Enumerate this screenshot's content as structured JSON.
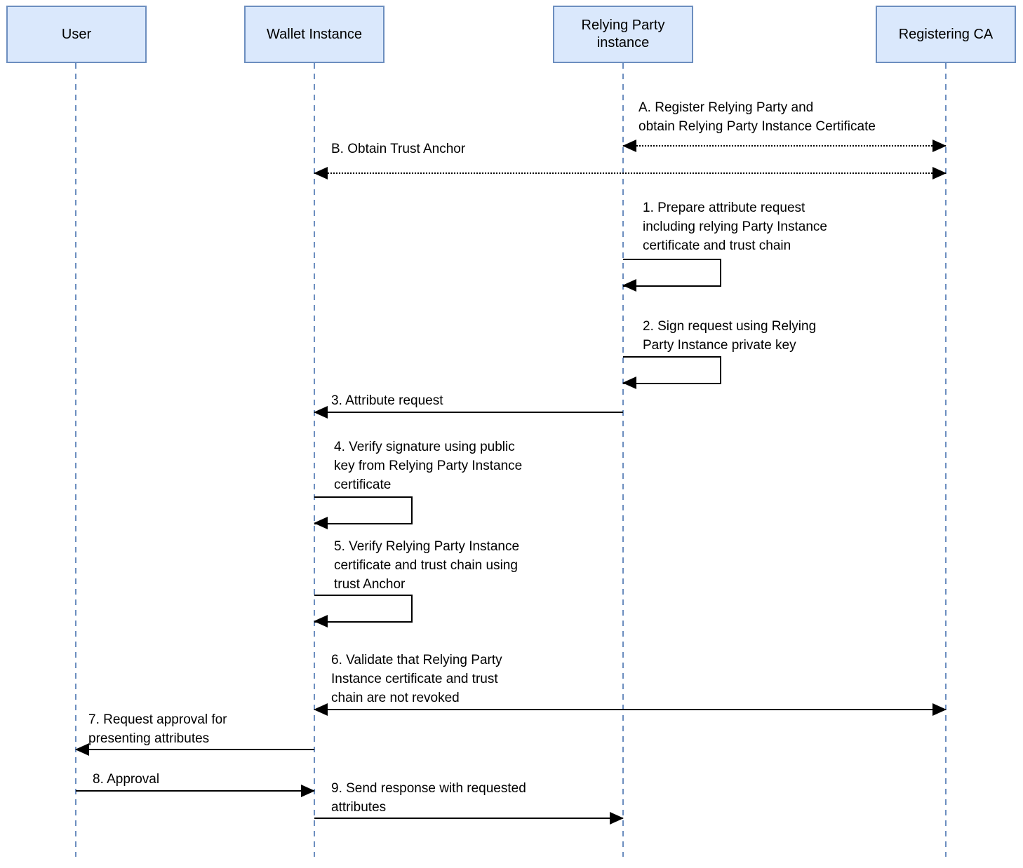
{
  "diagram_type": "sequence-diagram",
  "colors": {
    "actor_fill": "#dae8fc",
    "actor_border": "#6c8ebf",
    "lifeline": "#6c8ebf",
    "message_line": "#000000",
    "text": "#000000",
    "background": "#ffffff"
  },
  "actors": [
    {
      "id": "user",
      "label": "User"
    },
    {
      "id": "wallet-instance",
      "label": "Wallet Instance"
    },
    {
      "id": "relying-party-instance",
      "label": "Relying Party\ninstance"
    },
    {
      "id": "registering-ca",
      "label": "Registering CA"
    }
  ],
  "messages": [
    {
      "id": "A",
      "label": "A. Register Relying Party and\nobtain Relying Party Instance Certificate",
      "from": "relying-party-instance",
      "to": "registering-ca",
      "style": "dotted",
      "direction": "both"
    },
    {
      "id": "B",
      "label": "B. Obtain Trust Anchor",
      "from": "wallet-instance",
      "to": "registering-ca",
      "style": "dotted",
      "direction": "both"
    },
    {
      "id": "1",
      "label": "1. Prepare attribute request\nincluding relying Party Instance\ncertificate and trust chain",
      "from": "relying-party-instance",
      "to": "relying-party-instance",
      "style": "solid",
      "direction": "self"
    },
    {
      "id": "2",
      "label": "2. Sign request using Relying\nParty Instance private key",
      "from": "relying-party-instance",
      "to": "relying-party-instance",
      "style": "solid",
      "direction": "self"
    },
    {
      "id": "3",
      "label": "3. Attribute request",
      "from": "relying-party-instance",
      "to": "wallet-instance",
      "style": "solid",
      "direction": "left"
    },
    {
      "id": "4",
      "label": "4. Verify signature using public\nkey from Relying Party Instance\ncertificate",
      "from": "wallet-instance",
      "to": "wallet-instance",
      "style": "solid",
      "direction": "self"
    },
    {
      "id": "5",
      "label": "5. Verify Relying Party Instance\ncertificate and trust chain using\ntrust Anchor",
      "from": "wallet-instance",
      "to": "wallet-instance",
      "style": "solid",
      "direction": "self"
    },
    {
      "id": "6",
      "label": "6. Validate that Relying Party\nInstance certificate and trust\nchain are not revoked",
      "from": "wallet-instance",
      "to": "registering-ca",
      "style": "solid",
      "direction": "both"
    },
    {
      "id": "7",
      "label": "7. Request approval for\npresenting attributes",
      "from": "wallet-instance",
      "to": "user",
      "style": "solid",
      "direction": "left"
    },
    {
      "id": "8",
      "label": "8. Approval",
      "from": "user",
      "to": "wallet-instance",
      "style": "solid",
      "direction": "right"
    },
    {
      "id": "9",
      "label": "9. Send response with requested\nattributes",
      "from": "wallet-instance",
      "to": "relying-party-instance",
      "style": "solid",
      "direction": "right"
    }
  ]
}
